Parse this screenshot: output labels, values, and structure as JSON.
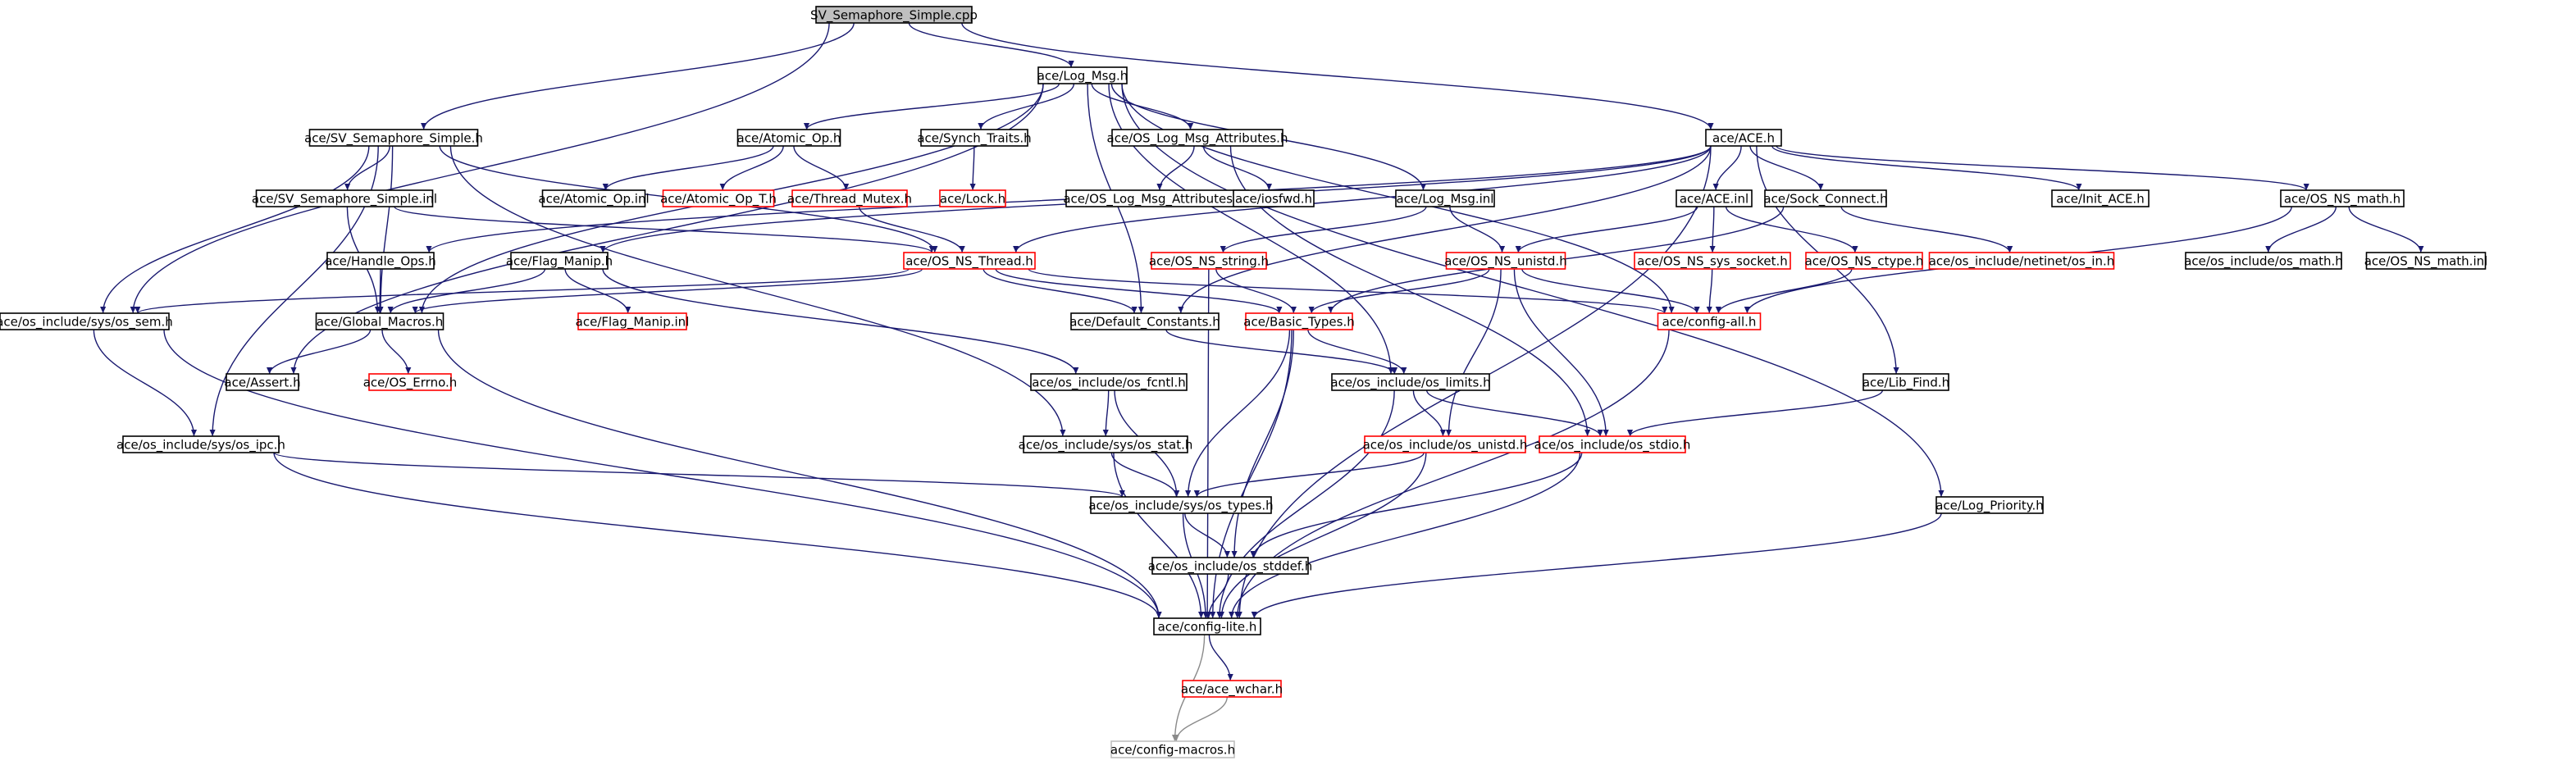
{
  "diagram": {
    "colors": {
      "root_fill": "#bfbfbf",
      "border_black": "#000000",
      "border_red": "#ff0000",
      "border_gray": "#bfbfbf",
      "edge": "#191970",
      "edge_gray": "#8a8a8a"
    },
    "nodes": [
      {
        "id": "sv_semaphore_simple_cpp",
        "label": "SV_Semaphore_Simple.cpp",
        "style": "root"
      },
      {
        "id": "log_msg_h",
        "label": "ace/Log_Msg.h",
        "style": "black"
      },
      {
        "id": "sv_semaphore_simple_h",
        "label": "ace/SV_Semaphore_Simple.h",
        "style": "black"
      },
      {
        "id": "atomic_op_h",
        "label": "ace/Atomic_Op.h",
        "style": "black"
      },
      {
        "id": "synch_traits_h",
        "label": "ace/Synch_Traits.h",
        "style": "black"
      },
      {
        "id": "os_log_msg_attributes_h",
        "label": "ace/OS_Log_Msg_Attributes.h",
        "style": "black"
      },
      {
        "id": "ace_h",
        "label": "ace/ACE.h",
        "style": "black"
      },
      {
        "id": "sv_semaphore_simple_inl",
        "label": "ace/SV_Semaphore_Simple.inl",
        "style": "black"
      },
      {
        "id": "atomic_op_inl",
        "label": "ace/Atomic_Op.inl",
        "style": "black"
      },
      {
        "id": "atomic_op_t_h",
        "label": "ace/Atomic_Op_T.h",
        "style": "red"
      },
      {
        "id": "thread_mutex_h",
        "label": "ace/Thread_Mutex.h",
        "style": "red"
      },
      {
        "id": "lock_h",
        "label": "ace/Lock.h",
        "style": "red"
      },
      {
        "id": "os_log_msg_attributes_inl",
        "label": "ace/OS_Log_Msg_Attributes.inl",
        "style": "black"
      },
      {
        "id": "iosfwd_h",
        "label": "ace/iosfwd.h",
        "style": "black"
      },
      {
        "id": "log_msg_inl",
        "label": "ace/Log_Msg.inl",
        "style": "black"
      },
      {
        "id": "ace_inl",
        "label": "ace/ACE.inl",
        "style": "black"
      },
      {
        "id": "sock_connect_h",
        "label": "ace/Sock_Connect.h",
        "style": "black"
      },
      {
        "id": "init_ace_h",
        "label": "ace/Init_ACE.h",
        "style": "black"
      },
      {
        "id": "os_ns_math_h",
        "label": "ace/OS_NS_math.h",
        "style": "black"
      },
      {
        "id": "handle_ops_h",
        "label": "ace/Handle_Ops.h",
        "style": "black"
      },
      {
        "id": "flag_manip_h",
        "label": "ace/Flag_Manip.h",
        "style": "black"
      },
      {
        "id": "os_ns_thread_h",
        "label": "ace/OS_NS_Thread.h",
        "style": "red"
      },
      {
        "id": "os_ns_string_h",
        "label": "ace/OS_NS_string.h",
        "style": "red"
      },
      {
        "id": "os_ns_unistd_h",
        "label": "ace/OS_NS_unistd.h",
        "style": "red"
      },
      {
        "id": "os_ns_sys_socket_h",
        "label": "ace/OS_NS_sys_socket.h",
        "style": "red"
      },
      {
        "id": "os_ns_ctype_h",
        "label": "ace/OS_NS_ctype.h",
        "style": "red"
      },
      {
        "id": "netinet_os_in_h",
        "label": "ace/os_include/netinet/os_in.h",
        "style": "red"
      },
      {
        "id": "os_include_os_math_h",
        "label": "ace/os_include/os_math.h",
        "style": "black"
      },
      {
        "id": "os_ns_math_inl",
        "label": "ace/OS_NS_math.inl",
        "style": "black"
      },
      {
        "id": "os_sem_h",
        "label": "ace/os_include/sys/os_sem.h",
        "style": "black"
      },
      {
        "id": "global_macros_h",
        "label": "ace/Global_Macros.h",
        "style": "black"
      },
      {
        "id": "flag_manip_inl",
        "label": "ace/Flag_Manip.inl",
        "style": "red"
      },
      {
        "id": "default_constants_h",
        "label": "ace/Default_Constants.h",
        "style": "black"
      },
      {
        "id": "basic_types_h",
        "label": "ace/Basic_Types.h",
        "style": "red"
      },
      {
        "id": "config_all_h",
        "label": "ace/config-all.h",
        "style": "red"
      },
      {
        "id": "assert_h",
        "label": "ace/Assert.h",
        "style": "black"
      },
      {
        "id": "os_errno_h",
        "label": "ace/OS_Errno.h",
        "style": "red"
      },
      {
        "id": "os_fcntl_h",
        "label": "ace/os_include/os_fcntl.h",
        "style": "black"
      },
      {
        "id": "os_limits_h",
        "label": "ace/os_include/os_limits.h",
        "style": "black"
      },
      {
        "id": "lib_find_h",
        "label": "ace/Lib_Find.h",
        "style": "black"
      },
      {
        "id": "os_ipc_h",
        "label": "ace/os_include/sys/os_ipc.h",
        "style": "black"
      },
      {
        "id": "os_stat_h",
        "label": "ace/os_include/sys/os_stat.h",
        "style": "black"
      },
      {
        "id": "os_include_os_unistd_h",
        "label": "ace/os_include/os_unistd.h",
        "style": "red"
      },
      {
        "id": "os_stdio_h",
        "label": "ace/os_include/os_stdio.h",
        "style": "red"
      },
      {
        "id": "os_types_h",
        "label": "ace/os_include/sys/os_types.h",
        "style": "black"
      },
      {
        "id": "log_priority_h",
        "label": "ace/Log_Priority.h",
        "style": "black"
      },
      {
        "id": "os_stddef_h",
        "label": "ace/os_include/os_stddef.h",
        "style": "black"
      },
      {
        "id": "config_lite_h",
        "label": "ace/config-lite.h",
        "style": "black"
      },
      {
        "id": "ace_wchar_h",
        "label": "ace/ace_wchar.h",
        "style": "red"
      },
      {
        "id": "config_macros_h",
        "label": "ace/config-macros.h",
        "style": "gray"
      }
    ],
    "edges": [
      [
        "sv_semaphore_simple_cpp",
        "log_msg_h"
      ],
      [
        "sv_semaphore_simple_cpp",
        "sv_semaphore_simple_h"
      ],
      [
        "sv_semaphore_simple_cpp",
        "ace_h"
      ],
      [
        "sv_semaphore_simple_cpp",
        "os_sem_h"
      ],
      [
        "log_msg_h",
        "atomic_op_h"
      ],
      [
        "log_msg_h",
        "synch_traits_h"
      ],
      [
        "log_msg_h",
        "os_log_msg_attributes_h"
      ],
      [
        "log_msg_h",
        "log_msg_inl"
      ],
      [
        "log_msg_h",
        "global_macros_h"
      ],
      [
        "log_msg_h",
        "default_constants_h"
      ],
      [
        "log_msg_h",
        "assert_h"
      ],
      [
        "log_msg_h",
        "log_priority_h"
      ],
      [
        "log_msg_h",
        "os_limits_h"
      ],
      [
        "log_msg_h",
        "config_all_h"
      ],
      [
        "sv_semaphore_simple_h",
        "sv_semaphore_simple_inl"
      ],
      [
        "sv_semaphore_simple_h",
        "os_sem_h"
      ],
      [
        "sv_semaphore_simple_h",
        "os_ipc_h"
      ],
      [
        "sv_semaphore_simple_h",
        "global_macros_h"
      ],
      [
        "sv_semaphore_simple_h",
        "os_stat_h"
      ],
      [
        "sv_semaphore_simple_h",
        "os_ns_thread_h"
      ],
      [
        "atomic_op_h",
        "atomic_op_inl"
      ],
      [
        "atomic_op_h",
        "atomic_op_t_h"
      ],
      [
        "atomic_op_h",
        "thread_mutex_h"
      ],
      [
        "synch_traits_h",
        "lock_h"
      ],
      [
        "os_log_msg_attributes_h",
        "os_log_msg_attributes_inl"
      ],
      [
        "os_log_msg_attributes_h",
        "iosfwd_h"
      ],
      [
        "os_log_msg_attributes_h",
        "os_stdio_h"
      ],
      [
        "ace_h",
        "ace_inl"
      ],
      [
        "ace_h",
        "sock_connect_h"
      ],
      [
        "ace_h",
        "init_ace_h"
      ],
      [
        "ace_h",
        "os_ns_math_h"
      ],
      [
        "ace_h",
        "handle_ops_h"
      ],
      [
        "ace_h",
        "flag_manip_h"
      ],
      [
        "ace_h",
        "os_ns_thread_h"
      ],
      [
        "ace_h",
        "lib_find_h"
      ],
      [
        "ace_h",
        "default_constants_h"
      ],
      [
        "ace_h",
        "config_lite_h"
      ],
      [
        "sv_semaphore_simple_inl",
        "os_ns_thread_h"
      ],
      [
        "sv_semaphore_simple_inl",
        "global_macros_h"
      ],
      [
        "thread_mutex_h",
        "os_ns_thread_h"
      ],
      [
        "log_msg_inl",
        "os_ns_string_h"
      ],
      [
        "log_msg_inl",
        "os_ns_unistd_h"
      ],
      [
        "ace_inl",
        "os_ns_unistd_h"
      ],
      [
        "ace_inl",
        "os_ns_sys_socket_h"
      ],
      [
        "ace_inl",
        "os_ns_ctype_h"
      ],
      [
        "sock_connect_h",
        "netinet_os_in_h"
      ],
      [
        "sock_connect_h",
        "basic_types_h"
      ],
      [
        "os_ns_math_h",
        "os_include_os_math_h"
      ],
      [
        "os_ns_math_h",
        "os_ns_math_inl"
      ],
      [
        "os_ns_math_h",
        "config_all_h"
      ],
      [
        "handle_ops_h",
        "global_macros_h"
      ],
      [
        "flag_manip_h",
        "global_macros_h"
      ],
      [
        "flag_manip_h",
        "flag_manip_inl"
      ],
      [
        "flag_manip_h",
        "os_fcntl_h"
      ],
      [
        "os_ns_thread_h",
        "os_sem_h"
      ],
      [
        "os_ns_thread_h",
        "global_macros_h"
      ],
      [
        "os_ns_thread_h",
        "default_constants_h"
      ],
      [
        "os_ns_thread_h",
        "basic_types_h"
      ],
      [
        "os_ns_thread_h",
        "config_all_h"
      ],
      [
        "os_ns_string_h",
        "basic_types_h"
      ],
      [
        "os_ns_string_h",
        "config_lite_h"
      ],
      [
        "os_ns_unistd_h",
        "basic_types_h"
      ],
      [
        "os_ns_unistd_h",
        "config_all_h"
      ],
      [
        "os_ns_unistd_h",
        "os_include_os_unistd_h"
      ],
      [
        "os_ns_unistd_h",
        "os_stdio_h"
      ],
      [
        "os_ns_sys_socket_h",
        "config_all_h"
      ],
      [
        "os_ns_ctype_h",
        "config_all_h"
      ],
      [
        "os_sem_h",
        "os_ipc_h"
      ],
      [
        "os_sem_h",
        "config_lite_h"
      ],
      [
        "global_macros_h",
        "assert_h"
      ],
      [
        "global_macros_h",
        "os_errno_h"
      ],
      [
        "global_macros_h",
        "config_lite_h"
      ],
      [
        "default_constants_h",
        "os_limits_h"
      ],
      [
        "basic_types_h",
        "os_limits_h"
      ],
      [
        "basic_types_h",
        "os_types_h"
      ],
      [
        "basic_types_h",
        "os_stddef_h"
      ],
      [
        "basic_types_h",
        "config_lite_h"
      ],
      [
        "config_all_h",
        "config_lite_h"
      ],
      [
        "os_fcntl_h",
        "os_stat_h"
      ],
      [
        "os_fcntl_h",
        "os_types_h"
      ],
      [
        "os_limits_h",
        "os_include_os_unistd_h"
      ],
      [
        "os_limits_h",
        "os_stdio_h"
      ],
      [
        "os_limits_h",
        "config_lite_h"
      ],
      [
        "lib_find_h",
        "os_stdio_h"
      ],
      [
        "os_ipc_h",
        "os_types_h"
      ],
      [
        "os_ipc_h",
        "config_lite_h"
      ],
      [
        "os_stat_h",
        "os_types_h"
      ],
      [
        "os_stat_h",
        "config_lite_h"
      ],
      [
        "os_include_os_unistd_h",
        "os_types_h"
      ],
      [
        "os_include_os_unistd_h",
        "config_lite_h"
      ],
      [
        "os_stdio_h",
        "os_stddef_h"
      ],
      [
        "os_stdio_h",
        "config_lite_h"
      ],
      [
        "os_types_h",
        "os_stddef_h"
      ],
      [
        "os_types_h",
        "config_lite_h"
      ],
      [
        "log_priority_h",
        "config_lite_h"
      ],
      [
        "os_stddef_h",
        "config_lite_h"
      ],
      [
        "config_lite_h",
        "ace_wchar_h"
      ],
      [
        "config_lite_h",
        "config_macros_h"
      ],
      [
        "ace_wchar_h",
        "config_macros_h"
      ]
    ]
  }
}
